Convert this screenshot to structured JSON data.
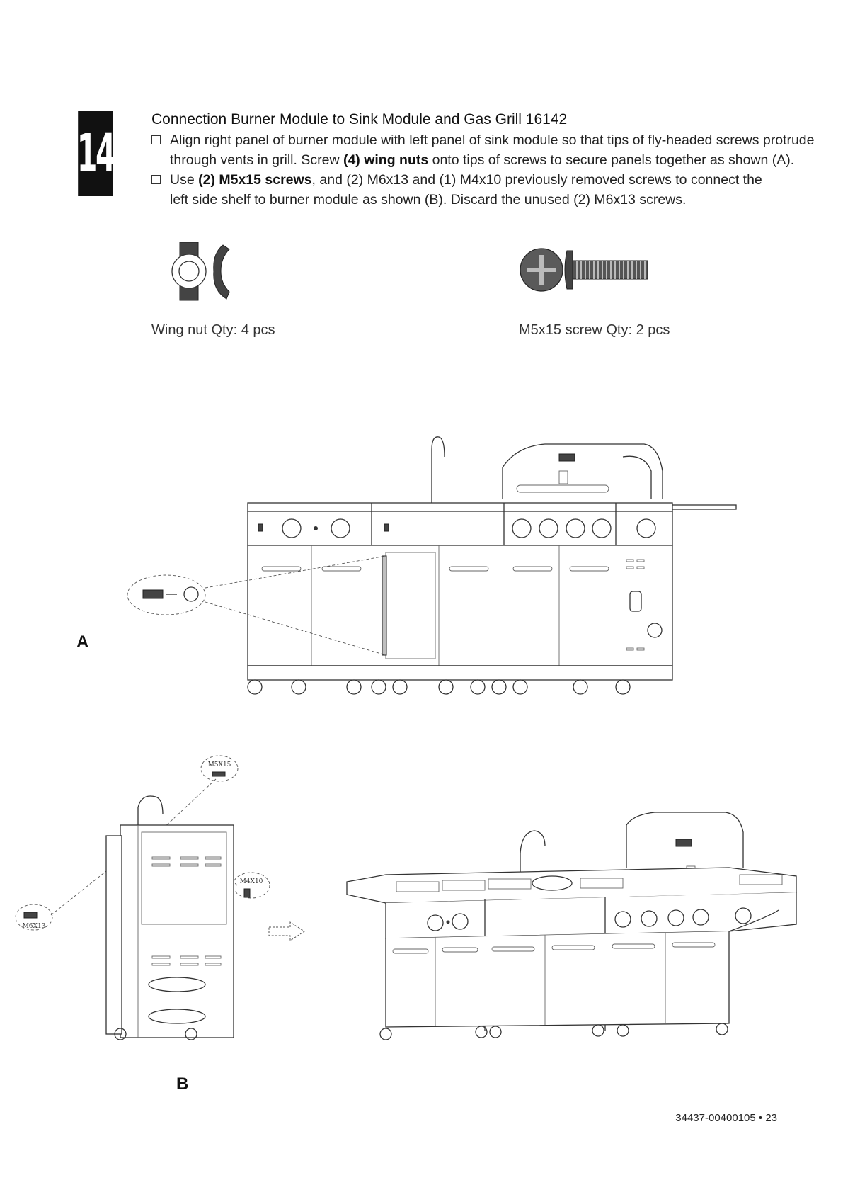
{
  "step": {
    "number": "14"
  },
  "heading": "Connection Burner Module to Sink Module and Gas Grill 16142",
  "bullet1": {
    "a": "Align right panel of burner module with left panel of sink module so that tips of fly-headed screws protrude",
    "b": "through vents in grill. Screw ",
    "bold": "(4) wing nuts",
    "c": " onto tips of screws to secure panels together as shown (A)."
  },
  "bullet2": {
    "a": "Use ",
    "bold": "(2) M5x15 screws",
    "b": ", and (2) M6x13 and (1) M4x10 previously removed screws to connect the",
    "c": "left side shelf to burner module as shown (B). Discard the unused (2) M6x13 screws."
  },
  "hardware": [
    {
      "label": "Wing nut Qty: 4 pcs",
      "icon": "wing-nut-icon"
    },
    {
      "label": "M5x15 screw Qty: 2 pcs",
      "icon": "screw-icon"
    }
  ],
  "figure_a": {
    "letter": "A"
  },
  "figure_b": {
    "letter": "B",
    "callouts": [
      "M5X15",
      "M4X10",
      "M6X13"
    ]
  },
  "footer": {
    "code": "34437-00400105 • 23"
  }
}
